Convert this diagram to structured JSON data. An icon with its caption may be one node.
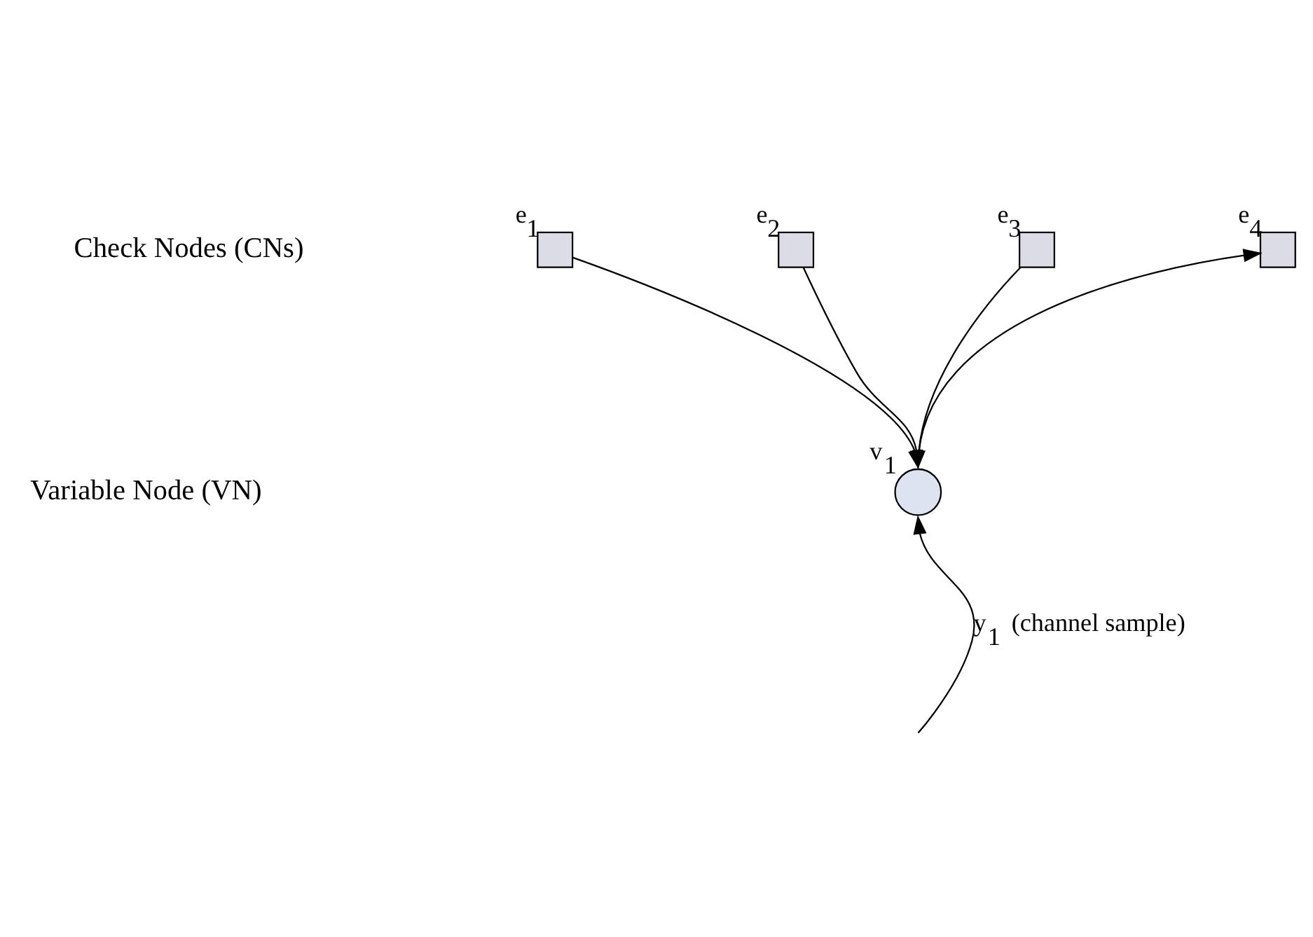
{
  "diagram": {
    "nodes": [
      {
        "text": [],
        "shape": "box",
        "beside": [
          "e$_{1}$"
        ]
      },
      {
        "text": [],
        "shape": "box",
        "beside": [
          "e$_{2}$"
        ]
      },
      {
        "text": [],
        "shape": "box",
        "beside": [
          "e$_{3}$"
        ]
      },
      {
        "text": [],
        "shape": "box",
        "beside": [
          "e$_{4}$"
        ]
      },
      {
        "text": [],
        "shape": "circle",
        "beside": [
          "v$_{1}$"
        ]
      }
    ],
    "edges": [
      {
        "from": 0,
        "to": 4,
        "arrow": "to"
      },
      {
        "from": 1,
        "to": 4,
        "arrow": "to"
      },
      {
        "from": 2,
        "to": 4,
        "arrow": "to"
      },
      {
        "from": 4,
        "to": 3,
        "arrow": "to"
      },
      {
        "from": null,
        "to": 4,
        "arrow": "to",
        "label": "y$_{1}$ (channel sample)"
      }
    ],
    "labels": [
      "Check Nodes (CNs)",
      "Variable Node (VN)"
    ]
  }
}
